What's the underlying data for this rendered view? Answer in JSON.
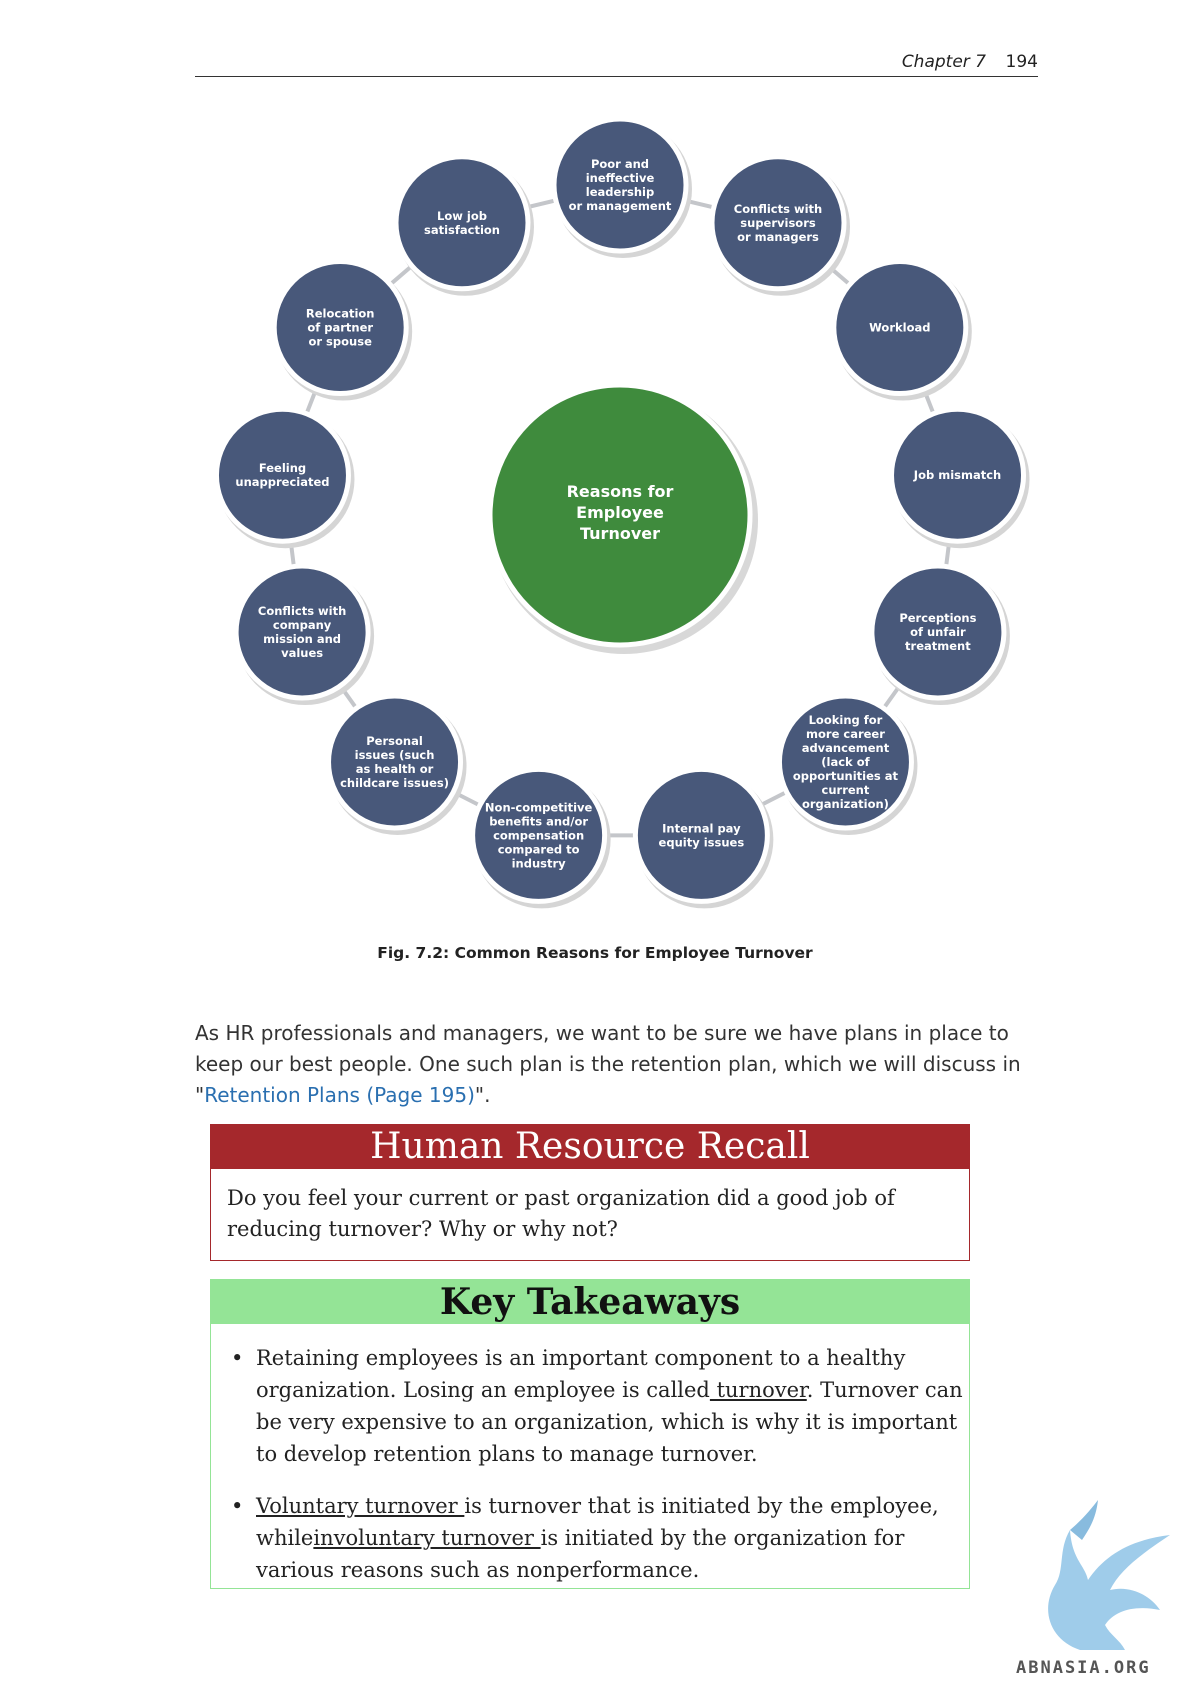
{
  "header": {
    "chapter": "Chapter 7",
    "page": "194"
  },
  "diagram": {
    "center_label": [
      "Reasons for",
      "Employee",
      "Turnover"
    ],
    "nodes": [
      {
        "lines": [
          "Poor and",
          "ineffective",
          "leadership",
          "or management"
        ]
      },
      {
        "lines": [
          "Conflicts with",
          "supervisors",
          "or managers"
        ]
      },
      {
        "lines": [
          "Workload"
        ]
      },
      {
        "lines": [
          "Job mismatch"
        ]
      },
      {
        "lines": [
          "Perceptions",
          "of unfair",
          "treatment"
        ]
      },
      {
        "lines": [
          "Looking for",
          "more career",
          "advancement",
          "(lack of",
          "opportunities at",
          "current",
          "organization)"
        ]
      },
      {
        "lines": [
          "Internal pay",
          "equity issues"
        ]
      },
      {
        "lines": [
          "Non-competitive",
          "benefits and/or",
          "compensation",
          "compared to",
          "industry"
        ]
      },
      {
        "lines": [
          "Personal",
          "issues (such",
          "as health or",
          "childcare issues)"
        ]
      },
      {
        "lines": [
          "Conflicts with",
          "company",
          "mission and",
          "values"
        ]
      },
      {
        "lines": [
          "Feeling",
          "unappreciated"
        ]
      },
      {
        "lines": [
          "Relocation",
          "of partner",
          "or spouse"
        ]
      },
      {
        "lines": [
          "Low job",
          "satisfaction"
        ]
      }
    ],
    "colors": {
      "node": "#48587a",
      "center": "#3f8b3d",
      "ring": "#c4c6ca"
    }
  },
  "caption": "Fig. 7.2: Common Reasons for Employee Turnover",
  "intro": {
    "text_before": "As HR professionals and managers, we want to be sure we have plans in place to keep our best people. One such plan is the retention plan, which we will discuss in \"",
    "link": "Retention Plans (Page 195)",
    "text_after": "\"."
  },
  "recall": {
    "title": "Human Resource Recall",
    "body": "Do you feel your current or past organization did a good job of reducing turnover? Why or why not?"
  },
  "takeaways": {
    "title": "Key Takeaways",
    "bullet": "•",
    "item1": {
      "a": "Retaining employees is an important component to a healthy organization. Losing an employee is called",
      "u": " turnover",
      "b": ". Turnover can be very expensive to an organization, which is why it is important to develop retention plans to manage turnover."
    },
    "item2": {
      "u1": "Voluntary turnover ",
      "a": "is turnover that is initiated by the employee, while",
      "u2": "involuntary turnover ",
      "b": "is initiated by the organization for various reasons such as nonperformance."
    }
  },
  "watermark": "ABNASIA.ORG"
}
